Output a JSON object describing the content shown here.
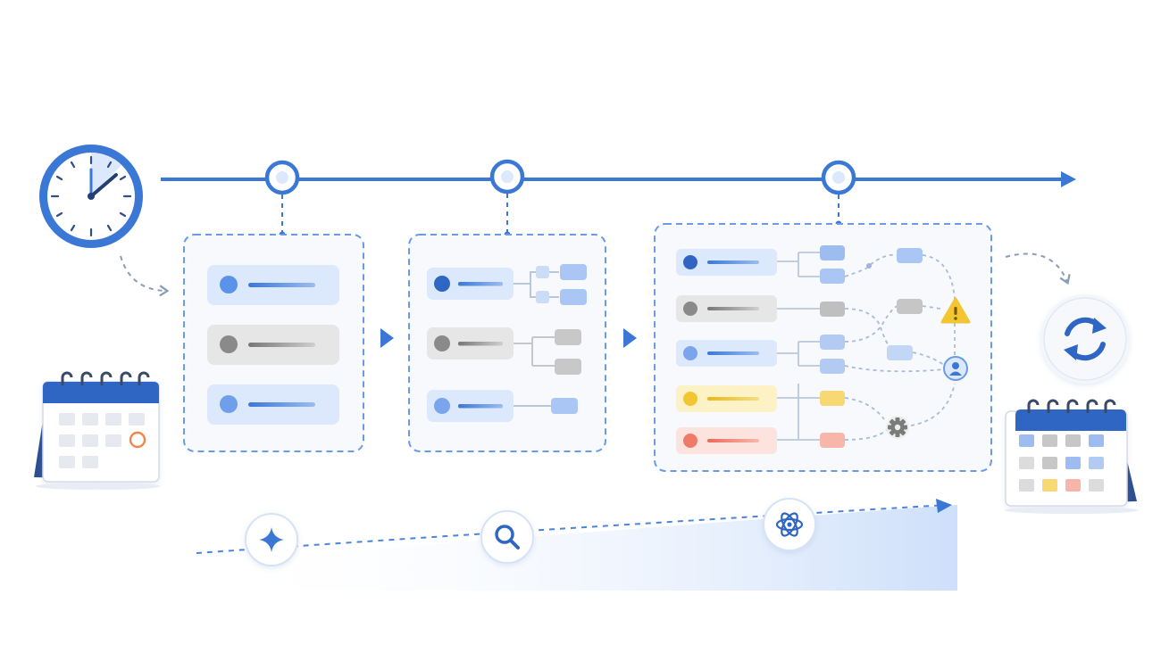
{
  "colors": {
    "primary": "#3b78d6",
    "primary_light": "#dce8fb",
    "panel_border": "#6b9be6",
    "panel_fill": "#f7f9fc",
    "gray": "#8a8a8a",
    "gray_light": "#e7e7e7",
    "yellow": "#f2c531",
    "yellow_light": "#fdf1c6",
    "red": "#f07a6a",
    "red_light": "#fde3de",
    "calendar_header": "#2f5fae",
    "calendar_accent": "#f0864c",
    "area_fill": "#d6e4fb"
  },
  "timeline": {
    "milestones": 3,
    "start_icon": "clock-icon",
    "end_icon": "arrow-right-icon"
  },
  "stages": [
    {
      "name": "stage-1",
      "rows": [
        {
          "tone": "blue"
        },
        {
          "tone": "gray"
        },
        {
          "tone": "blue"
        }
      ]
    },
    {
      "name": "stage-2",
      "rows": [
        {
          "tone": "blue",
          "branches": 2
        },
        {
          "tone": "gray",
          "branches": 2
        },
        {
          "tone": "blue",
          "branches": 1
        }
      ]
    },
    {
      "name": "stage-3",
      "rows": [
        {
          "tone": "blue"
        },
        {
          "tone": "gray"
        },
        {
          "tone": "blue"
        },
        {
          "tone": "yellow"
        },
        {
          "tone": "red"
        }
      ],
      "status_icons": [
        "warning-icon",
        "user-icon",
        "gear-icon"
      ]
    }
  ],
  "bottom_icons": [
    "sparkle-icon",
    "search-icon",
    "atom-icon"
  ],
  "side_icons": [
    "calendar-icon-left",
    "refresh-icon",
    "calendar-icon-right"
  ]
}
